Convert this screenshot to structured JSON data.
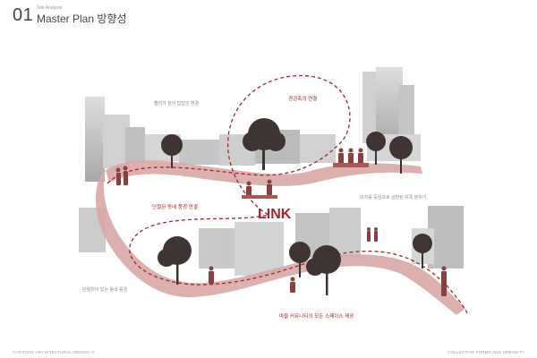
{
  "header": {
    "section_number": "01",
    "section_label": "Site Analysis",
    "title": "Master Plan 방향성"
  },
  "annotations": {
    "top_left": "빨리가 높이 답답한 환경",
    "top_center": "경관축의 연결",
    "middle_left": "단절된 동네 풍경 연결",
    "link_word": "LINK",
    "right": "대지를 중심으로 상반된 위쪽 분위기",
    "bottom_left": "단절되어 있는 동네 풍경",
    "bottom_center": "마을 커뮤니티의 모든 스페이스 제공"
  },
  "footer": {
    "left": "CAPSTON: ARCHITECTURAL DESIGN IV",
    "right": "COLLECTIVE FORMS AND URBANITY"
  },
  "colors": {
    "accent_red": "#a3262c",
    "path_fill": "#d9a7a7",
    "building_gray": "#b8b8b8",
    "tree_dark": "#3f3434"
  }
}
